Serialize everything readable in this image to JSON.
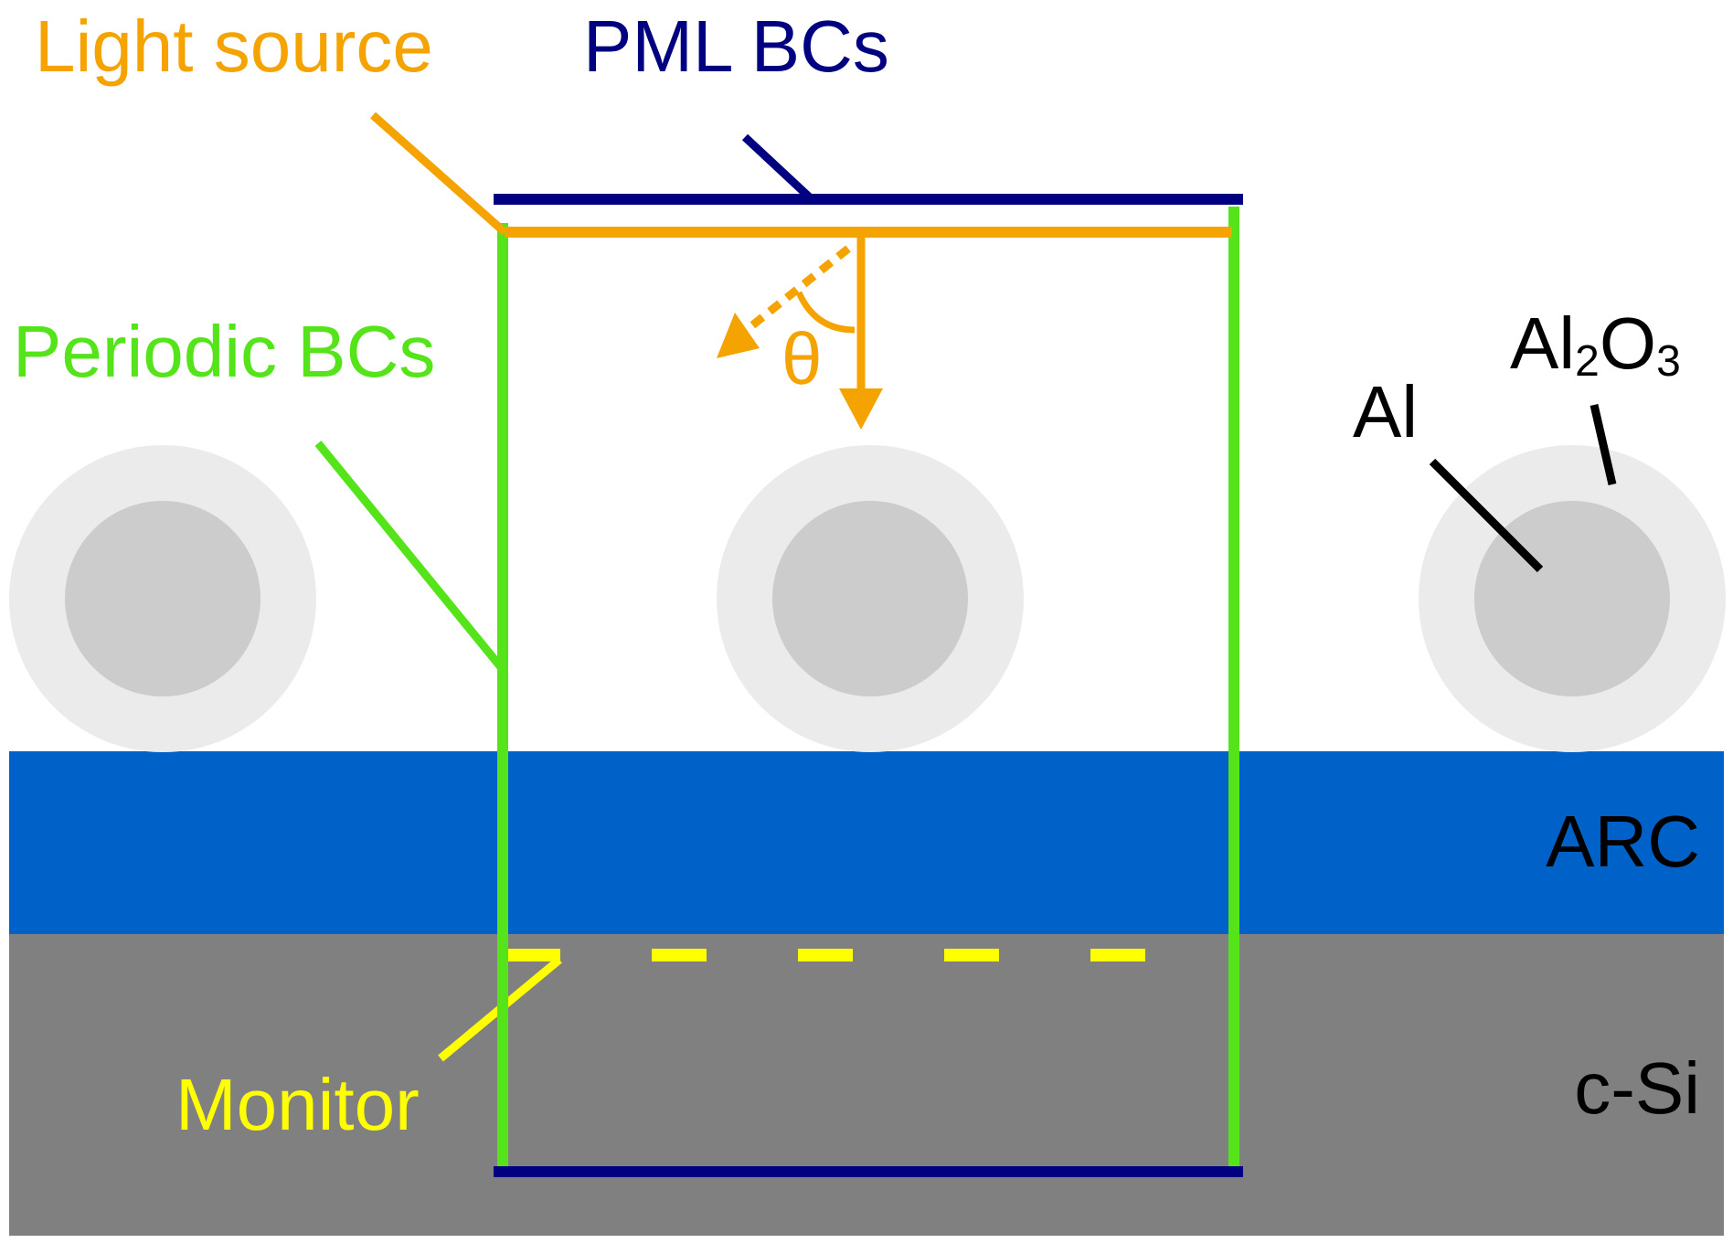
{
  "labels": {
    "light_source": "Light source",
    "pml_bcs": "PML BCs",
    "periodic_bcs": "Periodic BCs",
    "theta": "θ",
    "al": "Al",
    "al2o3": {
      "al": "Al",
      "sub2": "2",
      "o": "O",
      "sub3": "3"
    },
    "arc": "ARC",
    "c_si": "c-Si",
    "monitor": "Monitor"
  },
  "colors": {
    "light_source": "#F5A300",
    "pml_bcs": "#000080",
    "periodic_bcs": "#55E31A",
    "monitor": "#FFFF00",
    "arc_layer": "#0062C8",
    "c_si_layer": "#808080",
    "al_core": "#CCCCCC",
    "al2o3_shell": "#EBEBEB",
    "text_dark": "#000000"
  }
}
